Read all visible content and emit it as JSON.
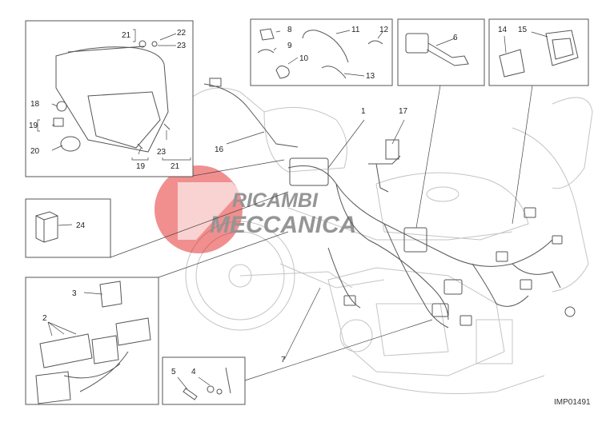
{
  "watermark": {
    "line1": "RICAMBI",
    "line2": "MECCANICA",
    "brand_color": "#e11d1d",
    "text_color": "#8a8a8a"
  },
  "drawing_ref": "IMP01491",
  "callouts": {
    "c1": "1",
    "c2": "2",
    "c3": "3",
    "c4": "4",
    "c5": "5",
    "c6": "6",
    "c7": "7",
    "c8": "8",
    "c9": "9",
    "c10": "10",
    "c11": "11",
    "c12": "12",
    "c13": "13",
    "c14": "14",
    "c15": "15",
    "c16": "16",
    "c17": "17",
    "c18": "18",
    "c19a": "19",
    "c19b": "19",
    "c20": "20",
    "c21a": "21",
    "c21b": "21",
    "c22": "22",
    "c23a": "23",
    "c23b": "23",
    "c24": "24"
  }
}
